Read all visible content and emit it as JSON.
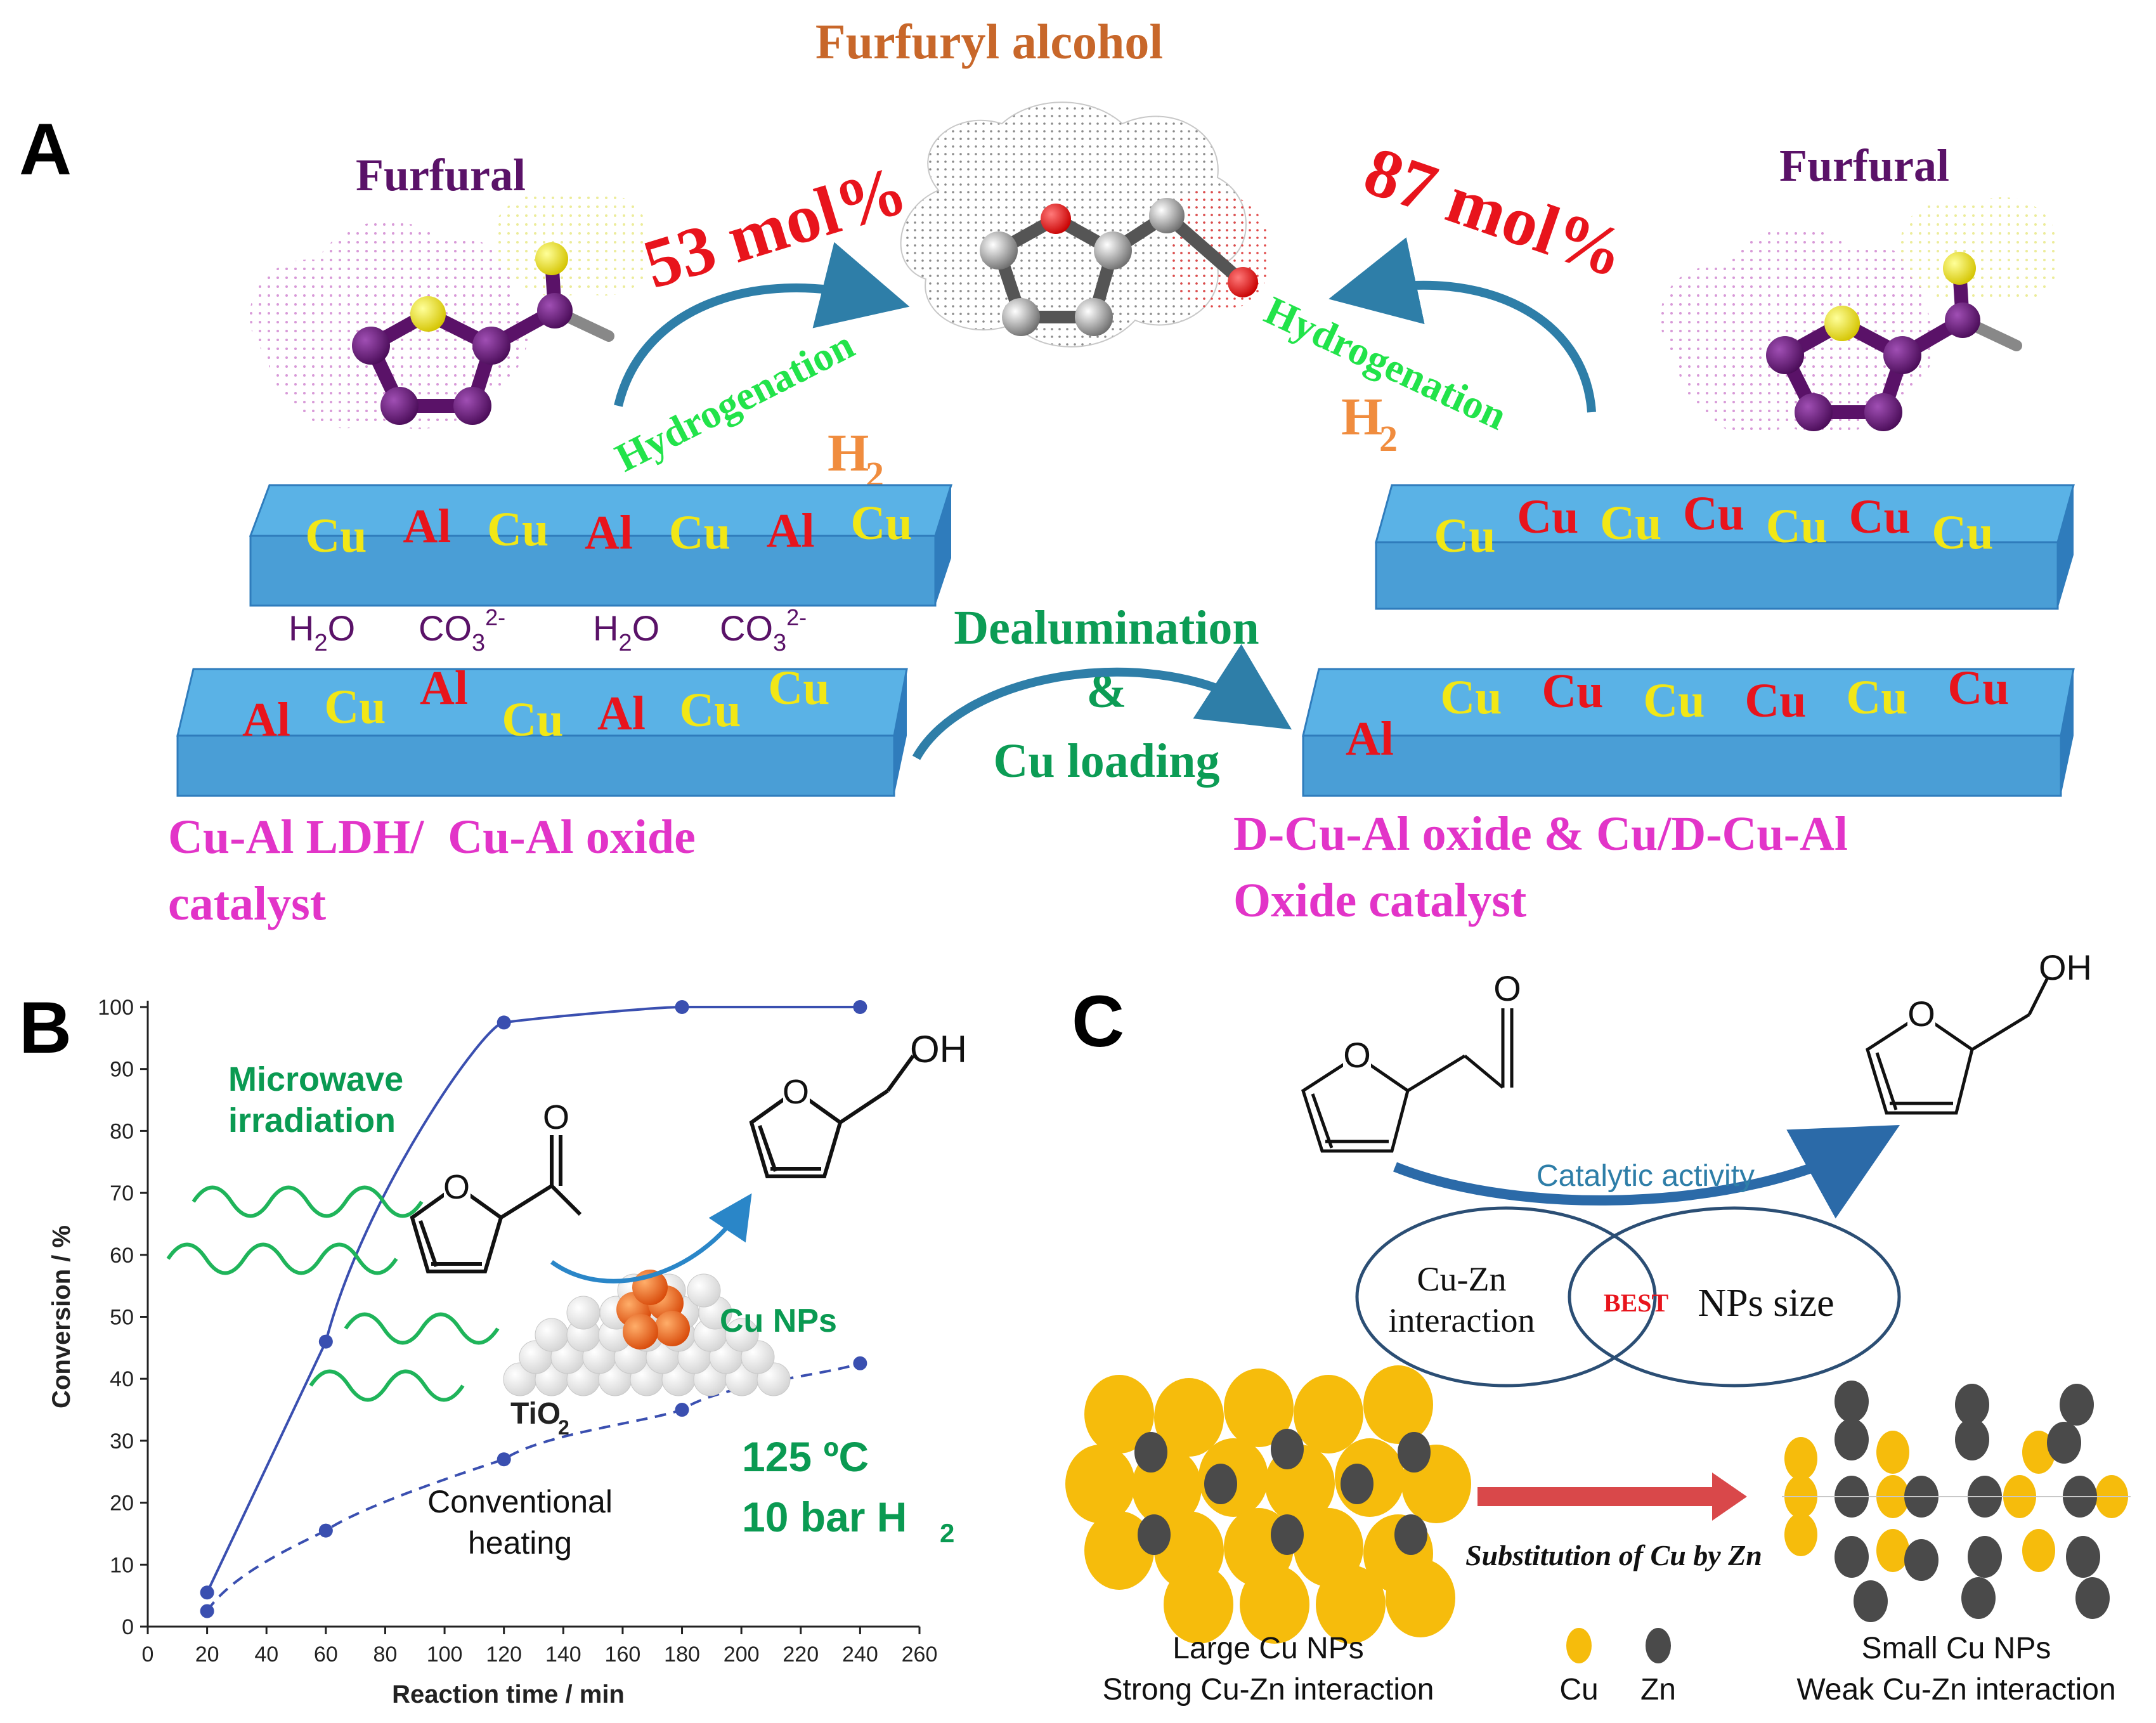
{
  "colors": {
    "brown": "#c8672a",
    "red": "#e8141c",
    "green": "#22e34a",
    "dark_green": "#0c9c55",
    "magenta": "#e234c8",
    "purple": "#5a1268",
    "yellow": "#f2e716",
    "orange": "#f08c3e",
    "slab_top": "#5ab2e6",
    "slab_side": "#2f7cbc",
    "arrow_blue": "#2e7ea8",
    "plot_blue": "#3a4fb0",
    "chart_green": "#0a9a52",
    "cu_yellow": "#f6bc0c",
    "zn_gray": "#4a4a4a",
    "dark_blue": "#2b4e74",
    "best_red": "#e8141c"
  },
  "panel_a": {
    "letter": "A",
    "product_title": "Furfuryl alcohol",
    "furfural_left": "Furfural",
    "furfural_right": "Furfural",
    "yield_left": "53 mol%",
    "yield_right": "87 mol%",
    "hydrogenation_left": "Hydrogenation",
    "hydrogenation_right": "Hydrogenation",
    "h2_left": "H",
    "h2_left_sub": "2",
    "h2_right": "H",
    "h2_right_sub": "2",
    "slab_top_left": [
      {
        "t": "Cu",
        "c": "yellow"
      },
      {
        "t": "Al",
        "c": "red"
      },
      {
        "t": "Cu",
        "c": "yellow"
      },
      {
        "t": "Al",
        "c": "red"
      },
      {
        "t": "Cu",
        "c": "yellow"
      },
      {
        "t": "Al",
        "c": "red"
      },
      {
        "t": "Cu",
        "c": "yellow"
      }
    ],
    "slab_bottom_left": [
      {
        "t": "Al",
        "c": "red"
      },
      {
        "t": "Cu",
        "c": "yellow"
      },
      {
        "t": "Al",
        "c": "red"
      },
      {
        "t": "Cu",
        "c": "yellow"
      },
      {
        "t": "Al",
        "c": "red"
      },
      {
        "t": "Cu",
        "c": "yellow"
      },
      {
        "t": "Cu",
        "c": "yellow"
      }
    ],
    "slab_top_right": [
      {
        "t": "Cu",
        "c": "yellow"
      },
      {
        "t": "Cu",
        "c": "red"
      },
      {
        "t": "Cu",
        "c": "yellow"
      },
      {
        "t": "Cu",
        "c": "red"
      },
      {
        "t": "Cu",
        "c": "yellow"
      },
      {
        "t": "Cu",
        "c": "red"
      },
      {
        "t": "Cu",
        "c": "yellow"
      }
    ],
    "slab_bottom_right": [
      {
        "t": "Al",
        "c": "red"
      },
      {
        "t": "Cu",
        "c": "yellow"
      },
      {
        "t": "Cu",
        "c": "red"
      },
      {
        "t": "Cu",
        "c": "yellow"
      },
      {
        "t": "Cu",
        "c": "red"
      },
      {
        "t": "Cu",
        "c": "yellow"
      },
      {
        "t": "Cu",
        "c": "red"
      }
    ],
    "interlayer": [
      {
        "main": "H",
        "sub": "2",
        "tail": "O",
        "sup": ""
      },
      {
        "main": "CO",
        "sub": "3",
        "tail": "",
        "sup": "2-"
      },
      {
        "main": "H",
        "sub": "2",
        "tail": "O",
        "sup": ""
      },
      {
        "main": "CO",
        "sub": "3",
        "tail": "",
        "sup": "2-"
      }
    ],
    "dealumination_1": "Dealumination",
    "dealumination_2": "&",
    "dealumination_3": "Cu loading",
    "catalyst_left_1": "Cu-Al LDH/  Cu-Al oxide",
    "catalyst_left_2": "catalyst",
    "catalyst_right_1": "D-Cu-Al oxide & Cu/D-Cu-Al",
    "catalyst_right_2": "Oxide catalyst"
  },
  "panel_b": {
    "letter": "B",
    "microwave_label_1": "Microwave",
    "microwave_label_2": "irradiation",
    "conventional_label_1": "Conventional",
    "conventional_label_2": "heating",
    "cu_nps_label": "Cu NPs",
    "tio2_label": "TiO",
    "tio2_sub": "2",
    "oh_label": "OH",
    "o_ring": "O",
    "o_carbonyl": "O",
    "condition_1": "125 ºC",
    "condition_2": "10 bar H",
    "condition_2_sub": "2"
  },
  "chart_data": {
    "type": "line",
    "xlabel": "Reaction time / min",
    "ylabel": "Conversion / %",
    "xlim": [
      0,
      260
    ],
    "ylim": [
      0,
      100
    ],
    "x_ticks": [
      "0",
      "20",
      "40",
      "60",
      "80",
      "100",
      "120",
      "140",
      "160",
      "180",
      "200",
      "220",
      "240",
      "260"
    ],
    "y_ticks": [
      "0",
      "10",
      "20",
      "30",
      "40",
      "50",
      "60",
      "70",
      "80",
      "90",
      "100"
    ],
    "series": [
      {
        "x": [
          20,
          60,
          120,
          180,
          240
        ],
        "y": [
          5.5,
          46,
          97.5,
          100,
          100
        ],
        "style": "solid"
      },
      {
        "x": [
          20,
          60,
          120,
          180,
          240
        ],
        "y": [
          2.5,
          15.5,
          27,
          35,
          42.5
        ],
        "style": "dashed"
      }
    ]
  },
  "panel_c": {
    "letter": "C",
    "o_carbonyl": "O",
    "o_ring_left": "O",
    "o_ring_right": "O",
    "oh_label": "OH",
    "catalytic_activity": "Catalytic activity",
    "venn_left_1": "Cu-Zn",
    "venn_left_2": "interaction",
    "venn_best": "BEST",
    "venn_right": "NPs size",
    "substitution": "Substitution of Cu by Zn",
    "large_1": "Large Cu NPs",
    "large_2": "Strong Cu-Zn interaction",
    "small_1": "Small Cu NPs",
    "small_2": "Weak Cu-Zn interaction",
    "legend_cu": "Cu",
    "legend_zn": "Zn"
  }
}
